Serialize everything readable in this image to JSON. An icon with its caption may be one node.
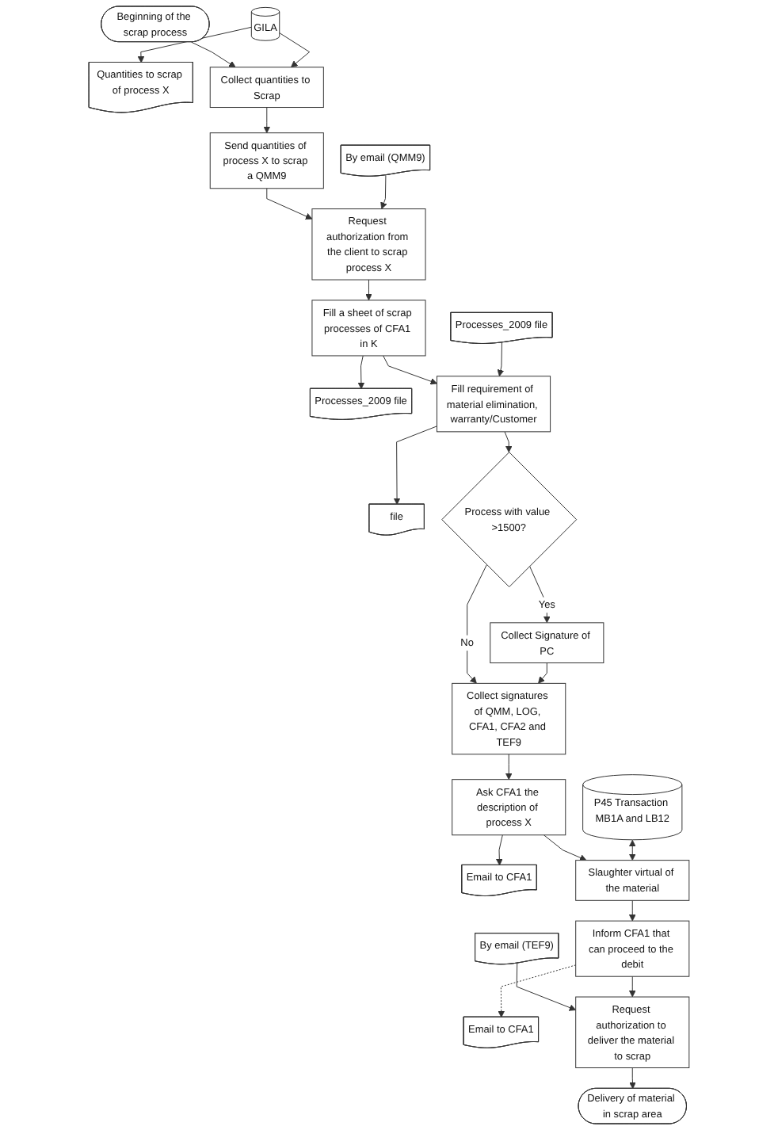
{
  "diagram": {
    "nodes": [
      {
        "text": [
          "Beginning of the scrap process"
        ]
      },
      {
        "text": [
          "Quantities to scrap of process X"
        ]
      },
      {
        "text": [
          "GILA"
        ]
      },
      {
        "text": [
          "Collect quantities to Scrap"
        ]
      },
      {
        "text": [
          "Send quantities of process X to scrap a QMM9"
        ]
      },
      {
        "text": [
          "By email (QMM9)"
        ]
      },
      {
        "text": [
          "Request authorization from the client to scrap process X"
        ]
      },
      {
        "text": [
          "Processes_2009 file"
        ]
      },
      {
        "text": [
          "Fill a sheet of scrap processes of CFA1 in K"
        ]
      },
      {
        "text": [
          "file"
        ]
      },
      {
        "text": [
          "Fill requirement of material elimination, warranty/Customer"
        ]
      },
      {
        "text": [
          "Processes_2009 file"
        ]
      },
      {
        "text": [
          "Process with value >1500?"
        ]
      },
      {
        "text": [
          "Collect Signature of PC"
        ]
      },
      {
        "text": [
          "Collect signatures of QMM, LOG, CFA1, CFA2 and TEF9"
        ]
      },
      {
        "text": [
          "Email to CFA1"
        ]
      },
      {
        "text": [
          "Ask CFA1 the description of process X"
        ]
      },
      {
        "text": [
          "Email to CFA1"
        ]
      },
      {
        "text": [
          "By email (TEF9)"
        ]
      },
      {
        "text": [
          "P45 Transaction MB1A and LB12"
        ]
      },
      {
        "text": [
          "Slaughter virtual of the material"
        ]
      },
      {
        "text": [
          "Inform CFA1 that can proceed to the debit"
        ]
      },
      {
        "text": [
          "Request authorization to deliver the material to scrap"
        ]
      },
      {
        "text": [
          "Delivery of material in scrap area"
        ]
      }
    ],
    "edges": [
      {
        "from": 0,
        "to": 3,
        "arrow": "to"
      },
      {
        "from": 2,
        "to": 1,
        "arrow": "to"
      },
      {
        "from": 2,
        "to": 3,
        "arrow": "to"
      },
      {
        "from": 3,
        "to": 4,
        "arrow": "to"
      },
      {
        "from": 4,
        "to": 6,
        "arrow": "to"
      },
      {
        "from": 5,
        "to": 6,
        "arrow": "to"
      },
      {
        "from": 6,
        "to": 8,
        "arrow": "to"
      },
      {
        "from": 8,
        "to": 7,
        "arrow": "to"
      },
      {
        "from": 8,
        "to": 10,
        "arrow": "to"
      },
      {
        "from": 10,
        "to": 9,
        "arrow": "to"
      },
      {
        "from": 11,
        "to": 10,
        "arrow": "to"
      },
      {
        "from": 10,
        "to": 12,
        "arrow": "to"
      },
      {
        "from": 12,
        "to": 13,
        "label": "Yes",
        "arrow": "to"
      },
      {
        "from": 12,
        "to": 14,
        "label": "No",
        "arrow": "to"
      },
      {
        "from": 13,
        "to": 14,
        "arrow": "to"
      },
      {
        "from": 14,
        "to": 16,
        "arrow": "to"
      },
      {
        "from": 16,
        "to": 15,
        "arrow": "to"
      },
      {
        "from": 16,
        "to": 20,
        "arrow": "to"
      },
      {
        "from": 19,
        "to": 20,
        "arrow": "both"
      },
      {
        "from": 20,
        "to": 21,
        "arrow": "to"
      },
      {
        "from": 21,
        "to": 17,
        "arrow": "to",
        "style": "dashed"
      },
      {
        "from": 18,
        "to": 22,
        "arrow": "to"
      },
      {
        "from": 21,
        "to": 22,
        "arrow": "to"
      },
      {
        "from": 22,
        "to": 23,
        "arrow": "to"
      }
    ]
  }
}
